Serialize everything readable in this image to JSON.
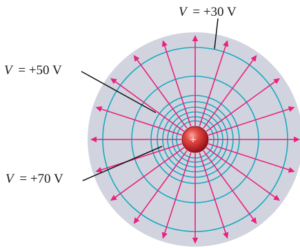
{
  "labels": {
    "v30": {
      "prefix": "V",
      "value": "= +30 V"
    },
    "v50": {
      "prefix": "V",
      "value": "= +50 V"
    },
    "v70": {
      "prefix": "V",
      "value": "= +70 V"
    }
  },
  "charge": {
    "sign": "+"
  },
  "colors": {
    "background_disk": "#d1d4de",
    "equipotential": "#1aa8c0",
    "field_line": "#e8217f",
    "charge_fill": "#c0272d",
    "leader": "#111111"
  },
  "field_line_count": 20,
  "equipotential_count": 8
}
